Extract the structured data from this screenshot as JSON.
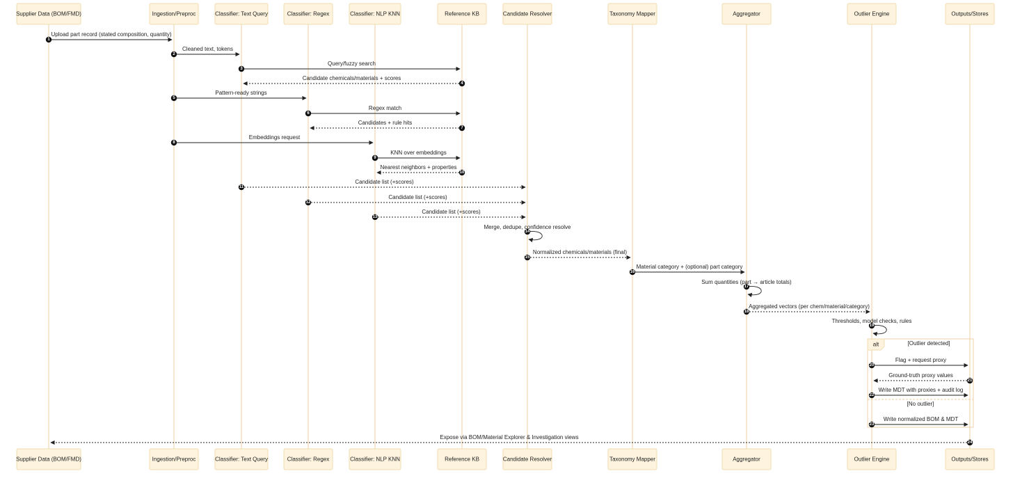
{
  "participants": [
    "Supplier Data (BOM/FMD)",
    "Ingestion/Preproc",
    "Classifier: Text Query",
    "Classifier: Regex",
    "Classifier: NLP KNN",
    "Reference KB",
    "Candidate Resolver",
    "Taxonomy Mapper",
    "Aggregator",
    "Outlier Engine",
    "Outputs/Stores"
  ],
  "messages": [
    {
      "num": "1",
      "from": 0,
      "to": 1,
      "label": "Upload part record (stated composition, quantity)",
      "dashed": false
    },
    {
      "num": "2",
      "from": 1,
      "to": 2,
      "label": "Cleaned text, tokens",
      "dashed": false
    },
    {
      "num": "3",
      "from": 2,
      "to": 5,
      "label": "Query/fuzzy search",
      "dashed": false
    },
    {
      "num": "4",
      "from": 5,
      "to": 2,
      "label": "Candidate chemicals/materials + scores",
      "dashed": true
    },
    {
      "num": "5",
      "from": 1,
      "to": 3,
      "label": "Pattern-ready strings",
      "dashed": false
    },
    {
      "num": "6",
      "from": 3,
      "to": 5,
      "label": "Regex match",
      "dashed": false
    },
    {
      "num": "7",
      "from": 5,
      "to": 3,
      "label": "Candidates + rule hits",
      "dashed": true
    },
    {
      "num": "8",
      "from": 1,
      "to": 4,
      "label": "Embeddings request",
      "dashed": false
    },
    {
      "num": "9",
      "from": 4,
      "to": 5,
      "label": "KNN over embeddings",
      "dashed": false
    },
    {
      "num": "10",
      "from": 5,
      "to": 4,
      "label": "Nearest neighbors + properties",
      "dashed": true
    },
    {
      "num": "11",
      "from": 2,
      "to": 6,
      "label": "Candidate list (+scores)",
      "dashed": true
    },
    {
      "num": "12",
      "from": 3,
      "to": 6,
      "label": "Candidate list (+scores)",
      "dashed": true
    },
    {
      "num": "13",
      "from": 4,
      "to": 6,
      "label": "Candidate list (+scores)",
      "dashed": true
    },
    {
      "num": "14",
      "from": 6,
      "to": 6,
      "label": "Merge, dedupe, confidence resolve",
      "dashed": false
    },
    {
      "num": "15",
      "from": 6,
      "to": 7,
      "label": "Normalized chemicals/materials (final)",
      "dashed": true
    },
    {
      "num": "16",
      "from": 7,
      "to": 8,
      "label": "Material category + (optional) part category",
      "dashed": false
    },
    {
      "num": "17",
      "from": 8,
      "to": 8,
      "label": "Sum quantities (part → article totals)",
      "dashed": false
    },
    {
      "num": "18",
      "from": 8,
      "to": 9,
      "label": "Aggregated vectors (per chem/material/category)",
      "dashed": true
    },
    {
      "num": "19",
      "from": 9,
      "to": 9,
      "label": "Thresholds, model checks, rules",
      "dashed": false
    },
    {
      "num": "20",
      "from": 9,
      "to": 10,
      "label": "Flag + request proxy",
      "dashed": false
    },
    {
      "num": "21",
      "from": 10,
      "to": 9,
      "label": "Ground-truth proxy values",
      "dashed": true
    },
    {
      "num": "22",
      "from": 9,
      "to": 10,
      "label": "Write MDT with proxies + audit log",
      "dashed": false
    },
    {
      "num": "23",
      "from": 9,
      "to": 10,
      "label": "Write normalized BOM & MDT",
      "dashed": false
    },
    {
      "num": "24",
      "from": 10,
      "to": 0,
      "label": "Expose via BOM/Material Explorer & Investigation views",
      "dashed": true
    }
  ],
  "alt": {
    "label": "alt",
    "condition_1": "[Outlier detected]",
    "condition_2": "[No outlier]"
  },
  "colors": {
    "actor_fill": "#fdf3de",
    "actor_stroke": "#f1dcb1",
    "lifeline": "#f0cfa0",
    "arrow": "#222222"
  }
}
